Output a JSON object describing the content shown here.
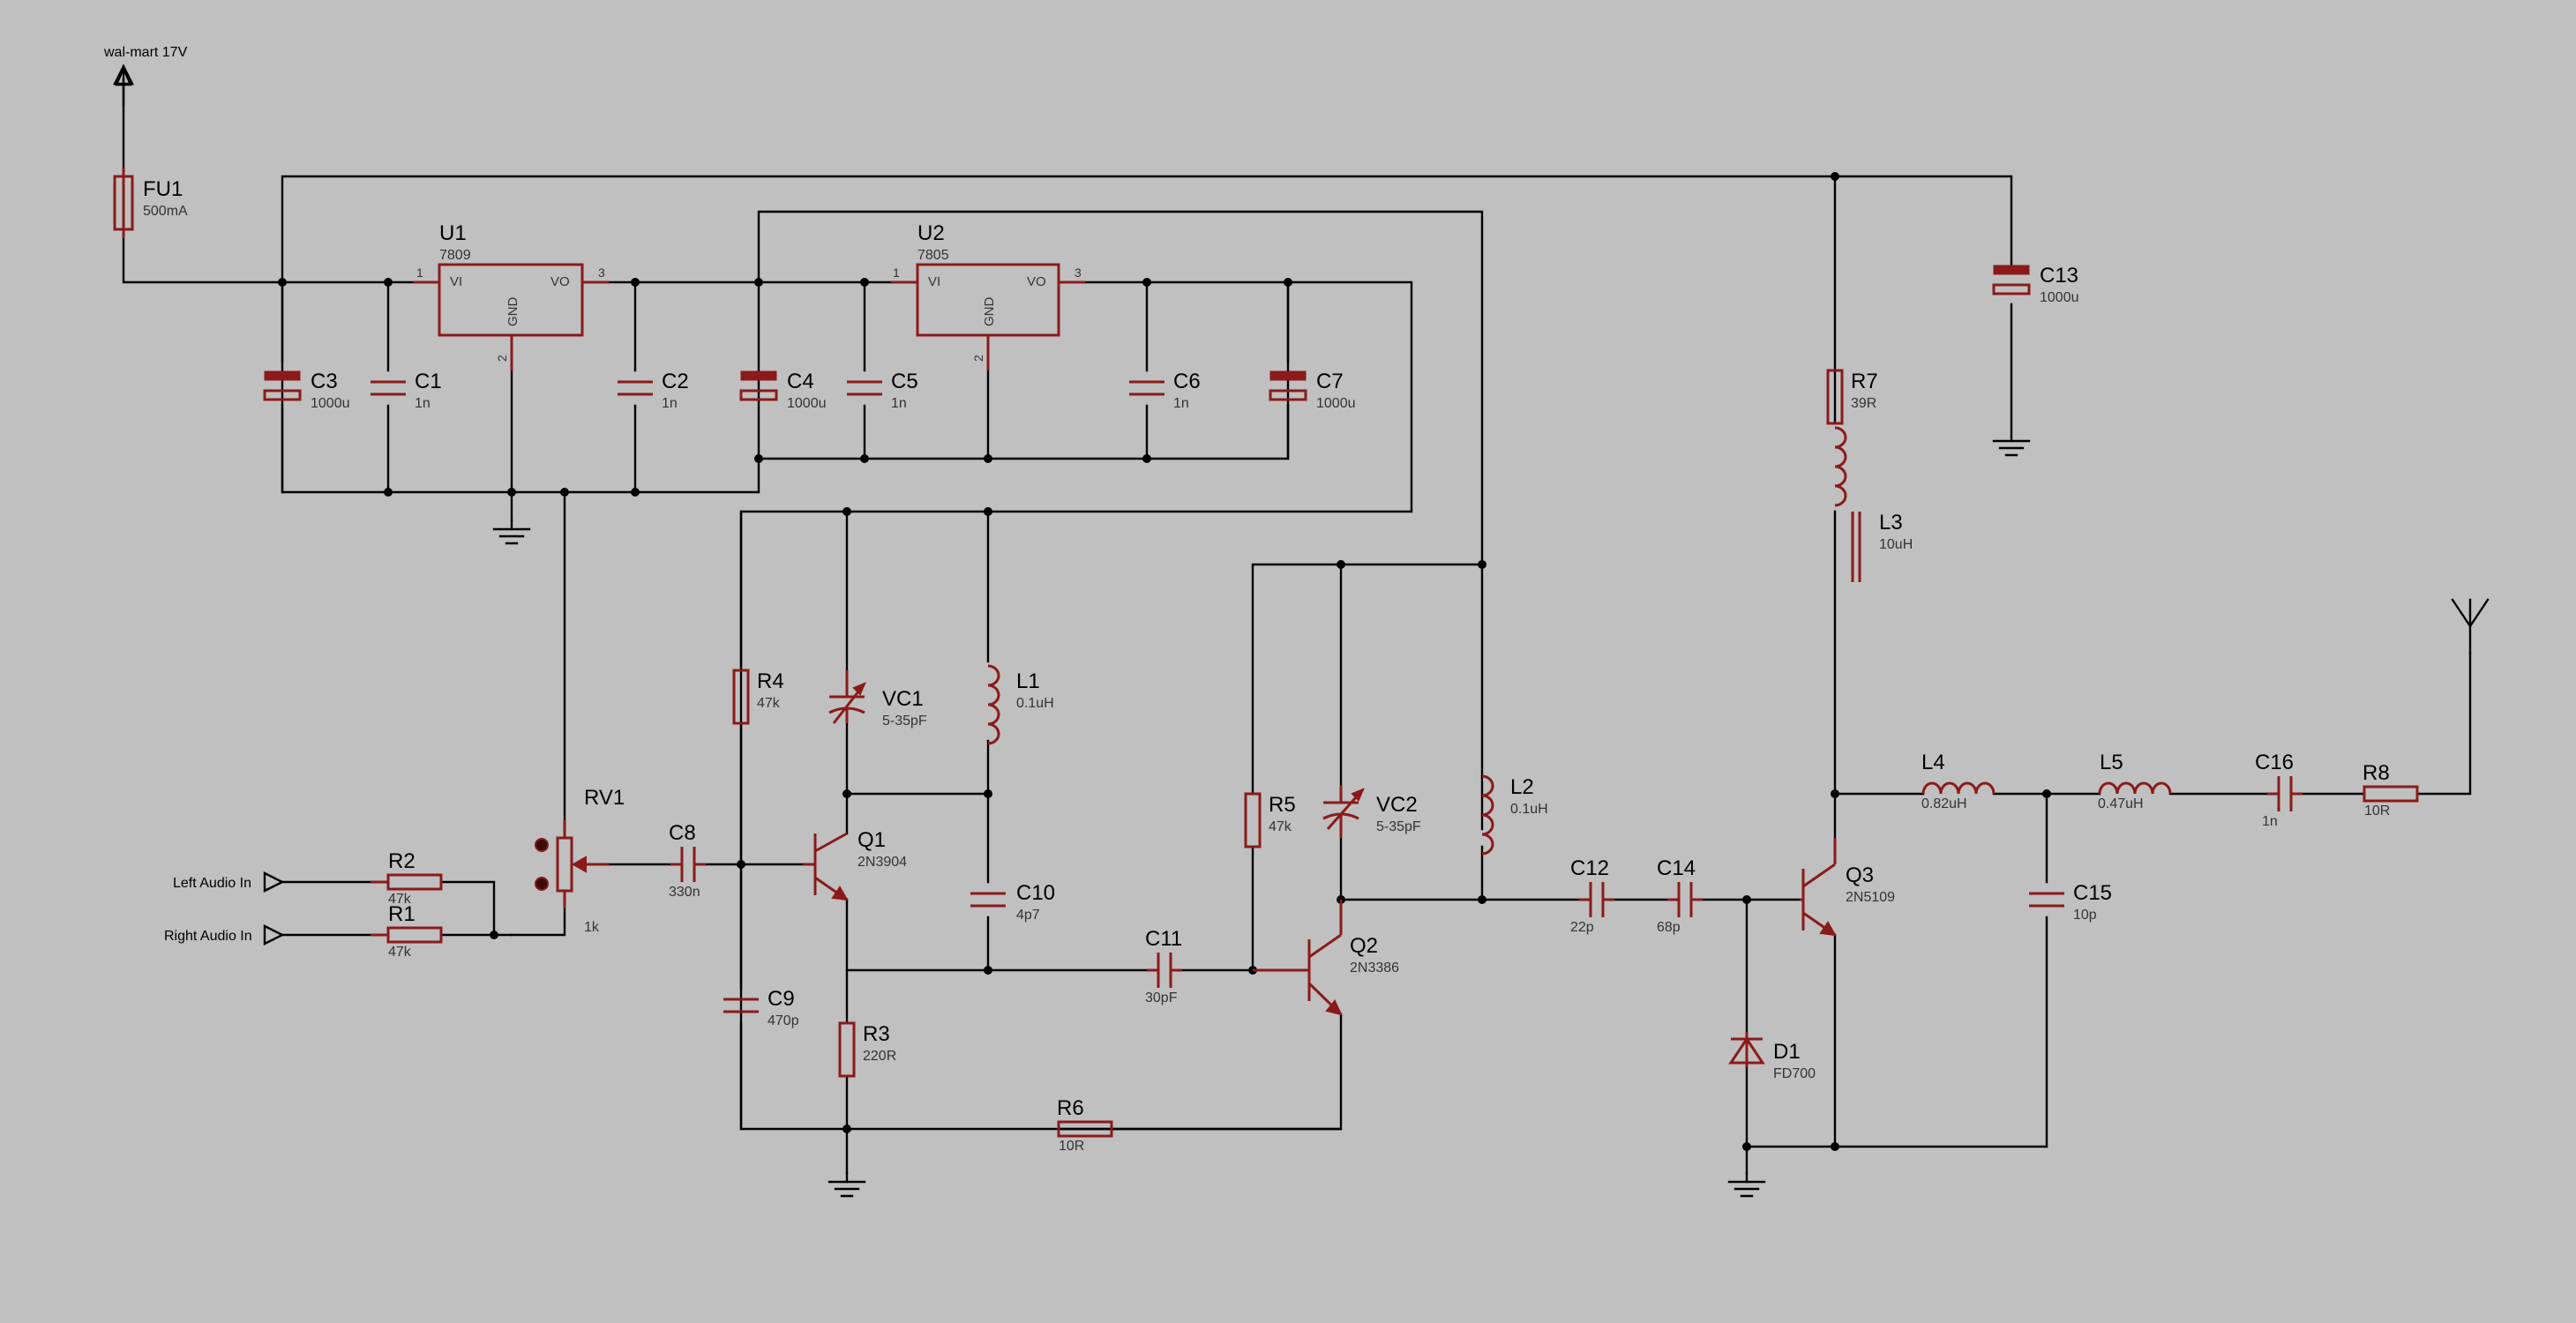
{
  "supply": {
    "label": "wal-mart 17V"
  },
  "ports": {
    "left_audio": "Left Audio In",
    "right_audio": "Right Audio In"
  },
  "pins": {
    "vi": "VI",
    "vo": "VO",
    "gnd": "GND",
    "p1": "1",
    "p2": "2",
    "p3": "3"
  },
  "components": {
    "FU1": {
      "ref": "FU1",
      "value": "500mA"
    },
    "U1": {
      "ref": "U1",
      "value": "7809"
    },
    "U2": {
      "ref": "U2",
      "value": "7805"
    },
    "C1": {
      "ref": "C1",
      "value": "1n"
    },
    "C2": {
      "ref": "C2",
      "value": "1n"
    },
    "C3": {
      "ref": "C3",
      "value": "1000u"
    },
    "C4": {
      "ref": "C4",
      "value": "1000u"
    },
    "C5": {
      "ref": "C5",
      "value": "1n"
    },
    "C6": {
      "ref": "C6",
      "value": "1n"
    },
    "C7": {
      "ref": "C7",
      "value": "1000u"
    },
    "C8": {
      "ref": "C8",
      "value": "330n"
    },
    "C9": {
      "ref": "C9",
      "value": "470p"
    },
    "C10": {
      "ref": "C10",
      "value": "4p7"
    },
    "C11": {
      "ref": "C11",
      "value": "30pF"
    },
    "C12": {
      "ref": "C12",
      "value": "22p"
    },
    "C13": {
      "ref": "C13",
      "value": "1000u"
    },
    "C14": {
      "ref": "C14",
      "value": "68p"
    },
    "C15": {
      "ref": "C15",
      "value": "10p"
    },
    "C16": {
      "ref": "C16",
      "value": "1n"
    },
    "R1": {
      "ref": "R1",
      "value": "47k"
    },
    "R2": {
      "ref": "R2",
      "value": "47k"
    },
    "R3": {
      "ref": "R3",
      "value": "220R"
    },
    "R4": {
      "ref": "R4",
      "value": "47k"
    },
    "R5": {
      "ref": "R5",
      "value": "47k"
    },
    "R6": {
      "ref": "R6",
      "value": "10R"
    },
    "R7": {
      "ref": "R7",
      "value": "39R"
    },
    "R8": {
      "ref": "R8",
      "value": "10R"
    },
    "RV1": {
      "ref": "RV1",
      "value": "1k"
    },
    "VC1": {
      "ref": "VC1",
      "value": "5-35pF"
    },
    "VC2": {
      "ref": "VC2",
      "value": "5-35pF"
    },
    "L1": {
      "ref": "L1",
      "value": "0.1uH"
    },
    "L2": {
      "ref": "L2",
      "value": "0.1uH"
    },
    "L3": {
      "ref": "L3",
      "value": "10uH"
    },
    "L4": {
      "ref": "L4",
      "value": "0.82uH"
    },
    "L5": {
      "ref": "L5",
      "value": "0.47uH"
    },
    "Q1": {
      "ref": "Q1",
      "value": "2N3904"
    },
    "Q2": {
      "ref": "Q2",
      "value": "2N3386"
    },
    "Q3": {
      "ref": "Q3",
      "value": "2N5109"
    },
    "D1": {
      "ref": "D1",
      "value": "FD700"
    }
  },
  "colors": {
    "background": "#c0c0c0",
    "wire": "#000000",
    "component": "#8b1a1a"
  }
}
